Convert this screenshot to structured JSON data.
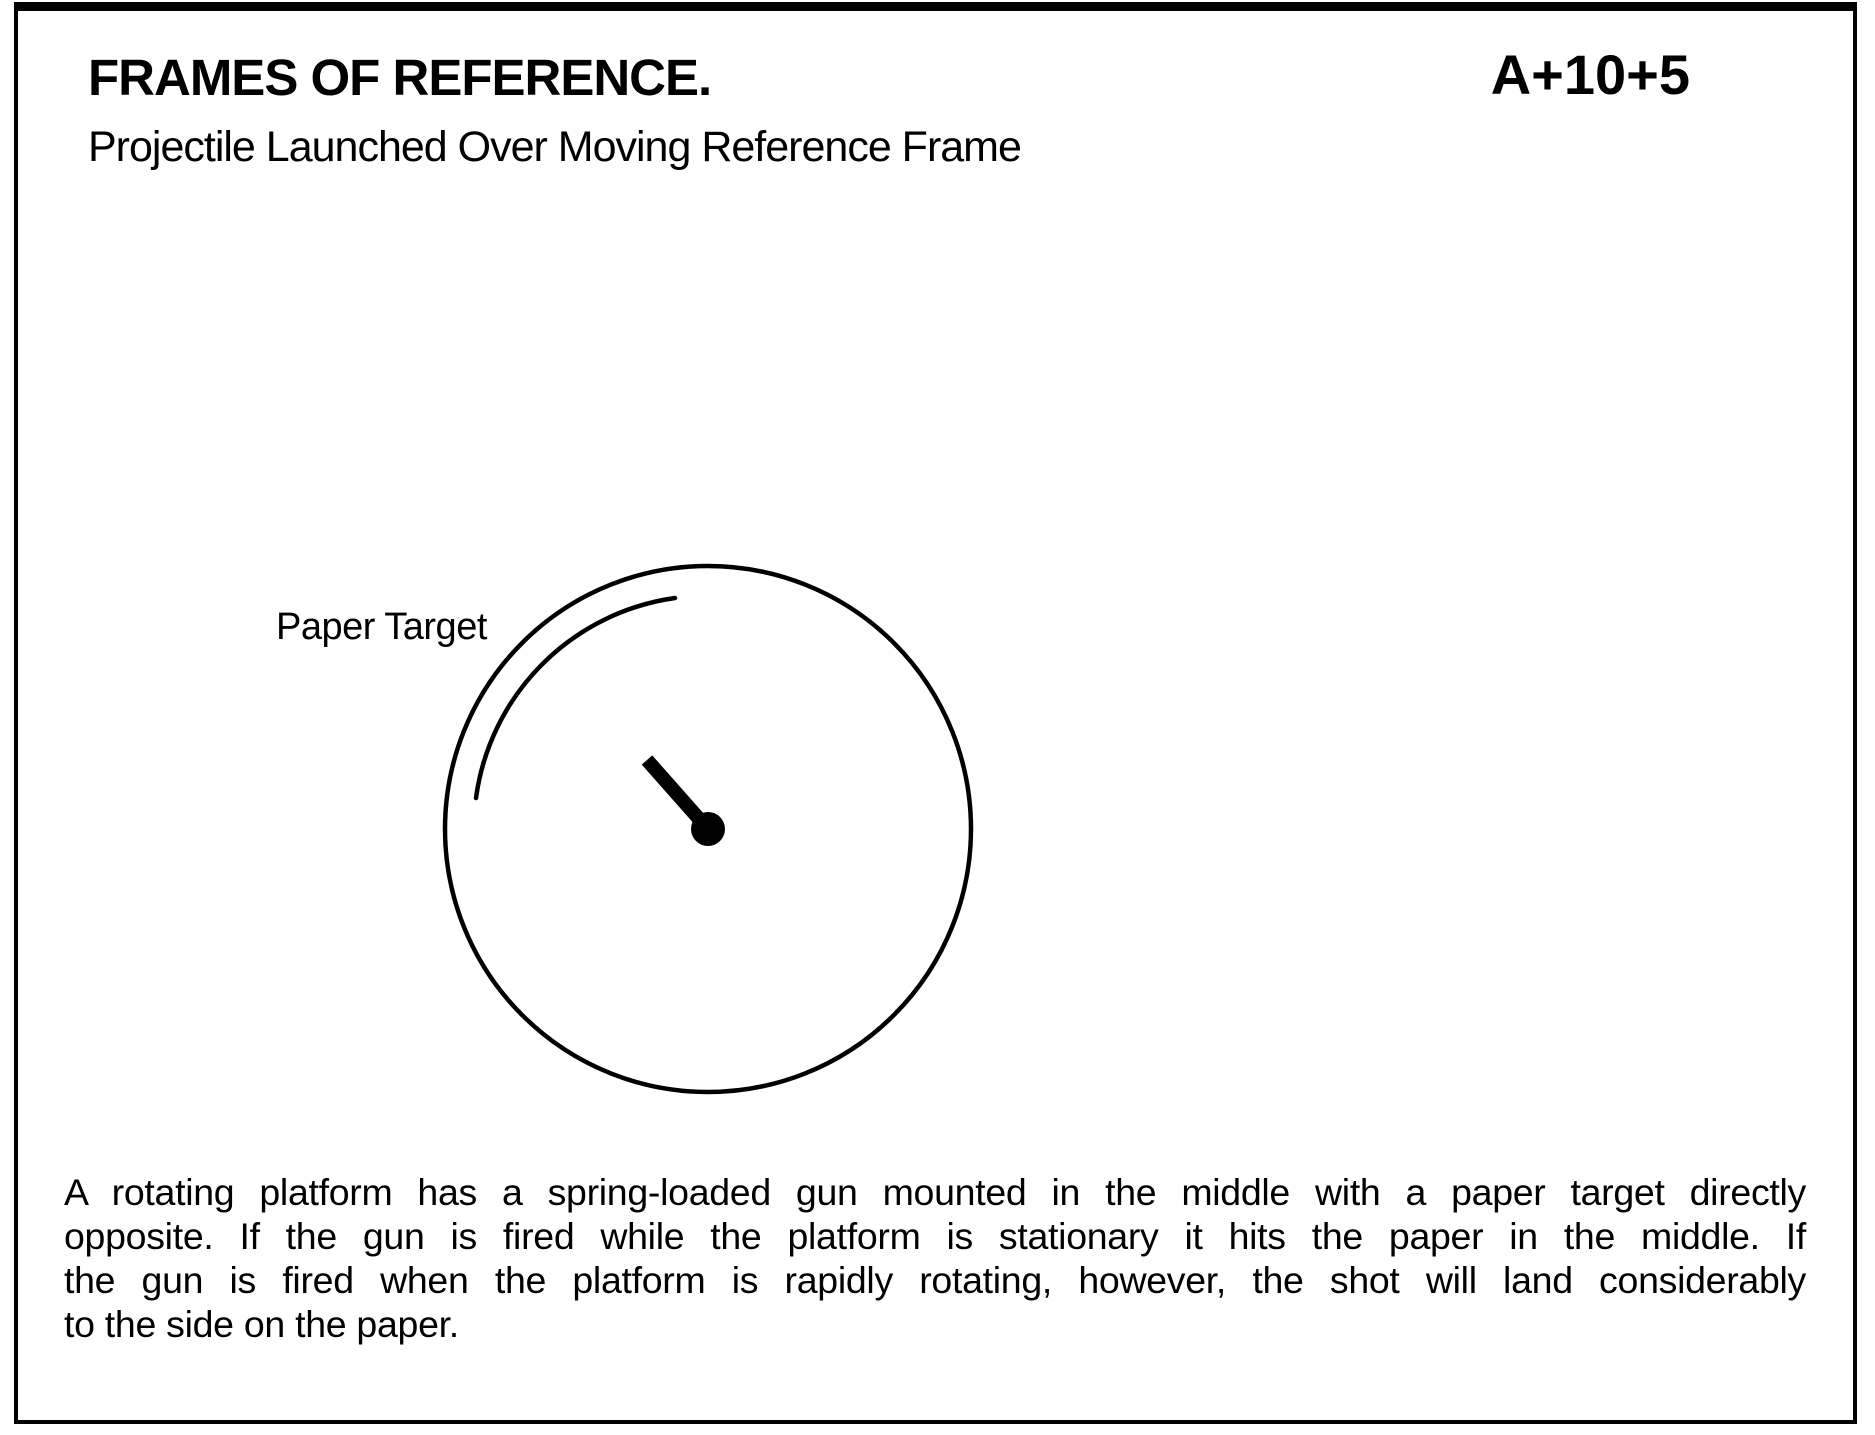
{
  "header": {
    "title": "FRAMES OF REFERENCE.",
    "code": "A+10+5",
    "subtitle": "Projectile Launched Over Moving Reference Frame"
  },
  "diagram": {
    "paper_target_label": "Paper Target",
    "elements": {
      "rotating_platform": "circle outline, center of page left area",
      "paper_target_arc": "inner arc along upper-left inside edge of platform",
      "gun": "thick barrel from center pivot pointing up-left toward target",
      "pivot": "filled dot at platform center"
    }
  },
  "description": {
    "lines": [
      "A rotating platform has a spring-loaded gun mounted in the middle with a paper target directly",
      "opposite.  If the gun is fired while the platform is stationary it hits the paper in the middle.  If",
      "the gun is fired when the platform is rapidly rotating, however, the shot will land considerably",
      "to the side on the paper."
    ]
  },
  "colors": {
    "ink": "#000000",
    "paper": "#ffffff"
  }
}
